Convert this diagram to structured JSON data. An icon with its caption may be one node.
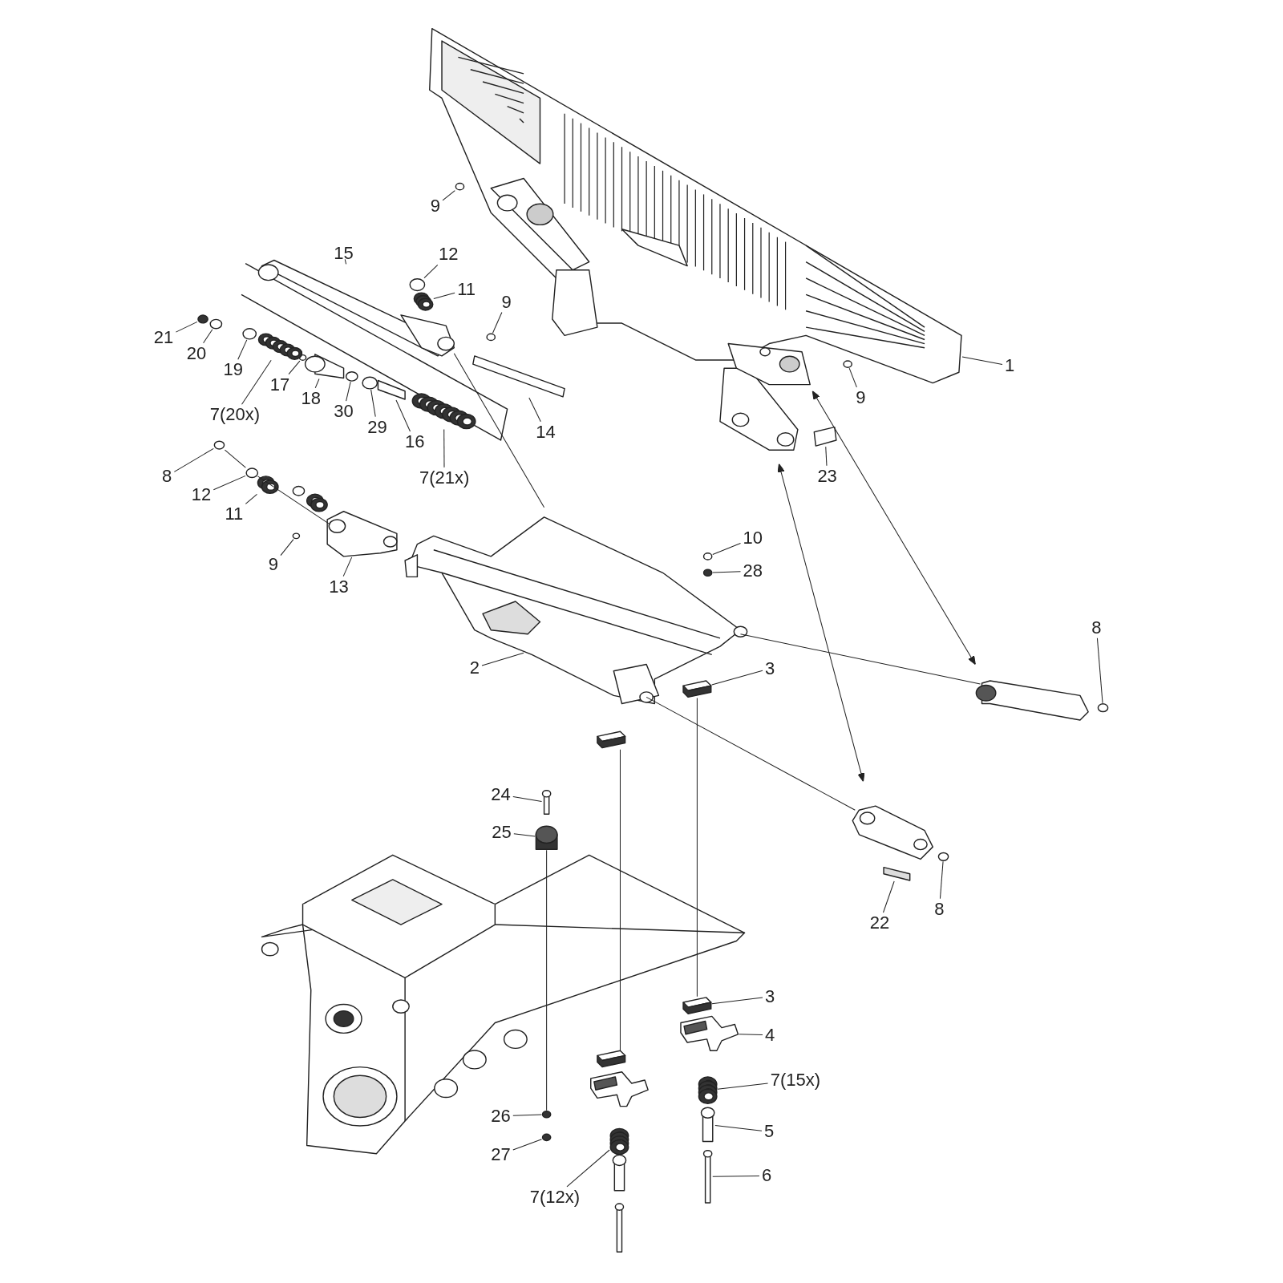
{
  "diagram": {
    "nodes": [
      {
        "text": [
          "9"
        ]
      },
      {
        "text": [
          "15"
        ]
      },
      {
        "text": [
          "12"
        ]
      },
      {
        "text": [
          "11"
        ]
      },
      {
        "text": [
          "9"
        ]
      },
      {
        "text": [
          "21"
        ]
      },
      {
        "text": [
          "20"
        ]
      },
      {
        "text": [
          "19"
        ]
      },
      {
        "text": [
          "17"
        ]
      },
      {
        "text": [
          "18"
        ]
      },
      {
        "text": [
          "7(20x)"
        ]
      },
      {
        "text": [
          "30"
        ]
      },
      {
        "text": [
          "29"
        ]
      },
      {
        "text": [
          "16"
        ]
      },
      {
        "text": [
          "14"
        ]
      },
      {
        "text": [
          "7(21x)"
        ]
      },
      {
        "text": [
          "1"
        ]
      },
      {
        "text": [
          "9"
        ]
      },
      {
        "text": [
          "23"
        ]
      },
      {
        "text": [
          "8"
        ]
      },
      {
        "text": [
          "12"
        ]
      },
      {
        "text": [
          "11"
        ]
      },
      {
        "text": [
          "9"
        ]
      },
      {
        "text": [
          "13"
        ]
      },
      {
        "text": [
          "10"
        ]
      },
      {
        "text": [
          "28"
        ]
      },
      {
        "text": [
          "2"
        ]
      },
      {
        "text": [
          "3"
        ]
      },
      {
        "text": [
          "8"
        ]
      },
      {
        "text": [
          "24"
        ]
      },
      {
        "text": [
          "25"
        ]
      },
      {
        "text": [
          "22"
        ]
      },
      {
        "text": [
          "8"
        ]
      },
      {
        "text": [
          "3"
        ]
      },
      {
        "text": [
          "4"
        ]
      },
      {
        "text": [
          "7(15x)"
        ]
      },
      {
        "text": [
          "5"
        ]
      },
      {
        "text": [
          "26"
        ]
      },
      {
        "text": [
          "27"
        ]
      },
      {
        "text": [
          "6"
        ]
      },
      {
        "text": [
          "7(12x)"
        ]
      },
      {
        "text": [],
        "shape": "circle"
      },
      {
        "text": [],
        "shape": "picture"
      },
      {
        "text": [],
        "shape": "circle"
      },
      {
        "text": [],
        "shape": "picture"
      },
      {
        "text": [],
        "shape": "circle"
      },
      {
        "text": [],
        "shape": "circle"
      },
      {
        "text": [],
        "shape": "circle"
      },
      {
        "text": [],
        "shape": "circle"
      },
      {
        "text": [],
        "shape": "circle"
      },
      {
        "text": [],
        "shape": "bar"
      },
      {
        "text": [],
        "shape": "picture"
      },
      {
        "text": [],
        "shape": "circle"
      },
      {
        "text": [],
        "shape": "circle"
      },
      {
        "text": [],
        "shape": "bar"
      },
      {
        "text": [],
        "shape": "bar"
      },
      {
        "text": [],
        "shape": "picture"
      },
      {
        "text": [],
        "shape": "picture"
      },
      {
        "text": [],
        "shape": "circle"
      },
      {
        "text": [],
        "shape": "box"
      },
      {
        "text": [],
        "shape": "circle"
      },
      {
        "text": [],
        "shape": "circle"
      },
      {
        "text": [],
        "shape": "picture"
      },
      {
        "text": [],
        "shape": "circle"
      },
      {
        "text": [],
        "shape": "picture"
      },
      {
        "text": [],
        "shape": "circle"
      },
      {
        "text": [],
        "shape": "circle"
      },
      {
        "text": [],
        "shape": "picture"
      },
      {
        "text": [],
        "shape": "picture"
      },
      {
        "text": [],
        "shape": "circle"
      },
      {
        "text": [],
        "shape": "bar"
      },
      {
        "text": [],
        "shape": "cylinder"
      },
      {
        "text": [],
        "shape": "box"
      },
      {
        "text": [],
        "shape": "circle"
      },
      {
        "text": [],
        "shape": "picture"
      },
      {
        "text": [],
        "shape": "picture"
      },
      {
        "text": [],
        "shape": "picture"
      },
      {
        "text": [],
        "shape": "bar"
      },
      {
        "text": [],
        "shape": "circle"
      },
      {
        "text": [],
        "shape": "circle"
      },
      {
        "text": [],
        "shape": "bar"
      },
      {
        "text": [],
        "shape": "picture"
      },
      {
        "text": [],
        "shape": "picture"
      },
      {
        "text": [],
        "shape": "picture"
      },
      {
        "text": [],
        "shape": "box"
      },
      {
        "text": [],
        "shape": "box"
      }
    ],
    "edges": [
      {
        "from": 0,
        "to": 41,
        "arrow": "none"
      },
      {
        "from": 1,
        "to": 42,
        "arrow": "none"
      },
      {
        "from": 2,
        "to": 43,
        "arrow": "none"
      },
      {
        "from": 3,
        "to": 44,
        "arrow": "none"
      },
      {
        "from": 4,
        "to": 45,
        "arrow": "none"
      },
      {
        "from": 5,
        "to": 46,
        "arrow": "none"
      },
      {
        "from": 6,
        "to": 47,
        "arrow": "none"
      },
      {
        "from": 7,
        "to": 48,
        "arrow": "none"
      },
      {
        "from": 8,
        "to": 49,
        "arrow": "none"
      },
      {
        "from": 9,
        "to": 50,
        "arrow": "none"
      },
      {
        "from": 10,
        "to": 51,
        "arrow": "none"
      },
      {
        "from": 11,
        "to": 52,
        "arrow": "none"
      },
      {
        "from": 12,
        "to": 53,
        "arrow": "none"
      },
      {
        "from": 13,
        "to": 54,
        "arrow": "none"
      },
      {
        "from": 14,
        "to": 55,
        "arrow": "none"
      },
      {
        "from": 15,
        "to": 56,
        "arrow": "none"
      },
      {
        "from": 16,
        "to": 57,
        "arrow": "none"
      },
      {
        "from": 17,
        "to": 58,
        "arrow": "none"
      },
      {
        "from": 18,
        "to": 59,
        "arrow": "none"
      },
      {
        "from": 19,
        "to": 60,
        "arrow": "none"
      },
      {
        "from": 20,
        "to": 61,
        "arrow": "none"
      },
      {
        "from": 21,
        "to": 62,
        "arrow": "none"
      },
      {
        "from": 22,
        "to": 63,
        "arrow": "none"
      },
      {
        "from": 23,
        "to": 64,
        "arrow": "none"
      },
      {
        "from": 24,
        "to": 65,
        "arrow": "none"
      },
      {
        "from": 25,
        "to": 66,
        "arrow": "none"
      },
      {
        "from": 26,
        "to": 67,
        "arrow": "none"
      },
      {
        "from": 27,
        "to": 68,
        "arrow": "none"
      },
      {
        "from": 28,
        "to": 69,
        "arrow": "none"
      },
      {
        "from": 29,
        "to": 70,
        "arrow": "none"
      },
      {
        "from": 30,
        "to": 71,
        "arrow": "none"
      },
      {
        "from": 31,
        "to": 72,
        "arrow": "none"
      },
      {
        "from": 32,
        "to": 73,
        "arrow": "none"
      },
      {
        "from": 33,
        "to": 74,
        "arrow": "none"
      },
      {
        "from": 34,
        "to": 75,
        "arrow": "none"
      },
      {
        "from": 35,
        "to": 76,
        "arrow": "none"
      },
      {
        "from": 36,
        "to": 77,
        "arrow": "none"
      },
      {
        "from": 37,
        "to": 78,
        "arrow": "none"
      },
      {
        "from": 38,
        "to": 79,
        "arrow": "none"
      },
      {
        "from": 39,
        "to": 80,
        "arrow": "none"
      },
      {
        "from": 40,
        "to": 81,
        "arrow": "none"
      },
      {
        "from": 68,
        "to": 74,
        "arrow": "none"
      },
      {
        "from": 71,
        "to": 78,
        "arrow": "none"
      },
      {
        "from": 60,
        "to": 61,
        "arrow": "none"
      },
      {
        "from": 57,
        "to": 82,
        "arrow": "both"
      },
      {
        "from": 57,
        "to": 83,
        "arrow": "both"
      },
      {
        "from": 84,
        "to": 85,
        "arrow": "none"
      },
      {
        "from": 67,
        "to": 83,
        "arrow": "none"
      },
      {
        "from": 67,
        "to": 82,
        "arrow": "none"
      },
      {
        "from": 42,
        "to": 67,
        "arrow": "none"
      },
      {
        "from": 61,
        "to": 64,
        "arrow": "none"
      }
    ]
  }
}
